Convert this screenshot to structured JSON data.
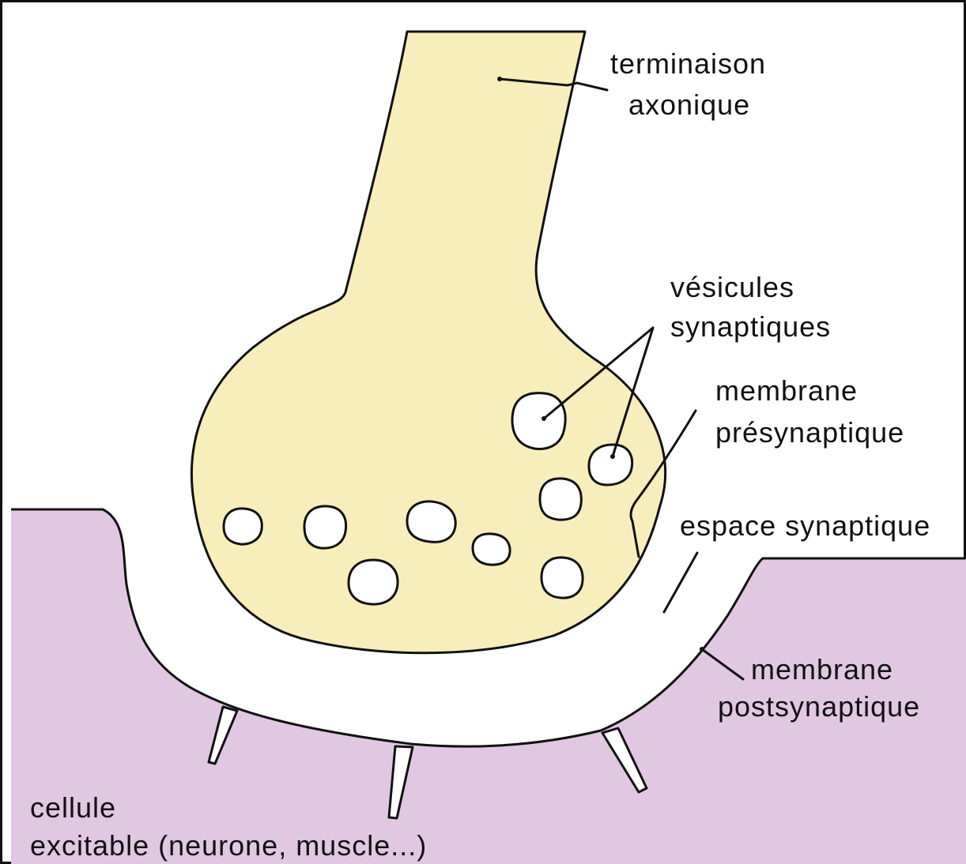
{
  "colors": {
    "axon_fill": "#f8eebc",
    "postsynaptic_fill": "#e2c7e3",
    "stroke": "#111111",
    "background": "#ffffff"
  },
  "labels": {
    "axon_terminal": [
      "terminaison",
      "axonique"
    ],
    "vesicles": [
      "vésicules",
      "synaptiques"
    ],
    "presynaptic_membrane": [
      "membrane",
      "présynaptique"
    ],
    "synaptic_cleft": "espace synaptique",
    "postsynaptic_membrane": [
      "membrane",
      "postsynaptique"
    ],
    "excitable_cell": [
      "cellule",
      "excitable (neurone, muscle...)"
    ]
  }
}
